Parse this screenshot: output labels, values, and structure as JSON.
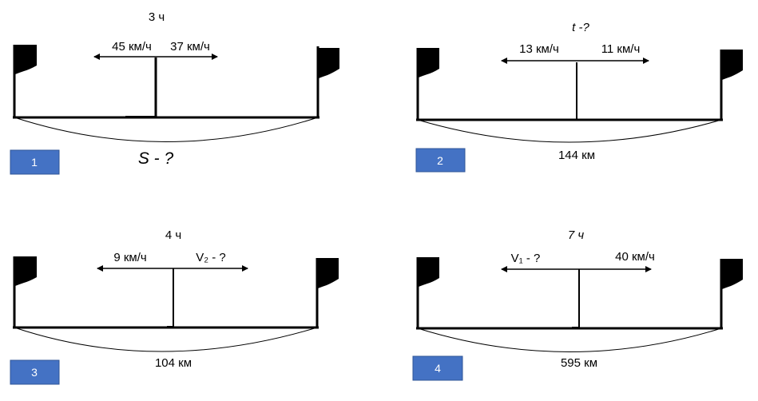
{
  "colors": {
    "badge": "#4472C4",
    "badge_border": "#2F5597",
    "line": "#000000"
  },
  "diagrams": [
    {
      "number": "1",
      "time": "3 ч",
      "speed_left": "45 км/ч",
      "speed_right": "37 км/ч",
      "distance": "S - ?"
    },
    {
      "number": "2",
      "time": "t -?",
      "speed_left": "13 км/ч",
      "speed_right": "11 км/ч",
      "distance": "144 км"
    },
    {
      "number": "3",
      "time": "4 ч",
      "speed_left": "9 км/ч",
      "speed_right": "V₂ - ?",
      "distance": "104 км"
    },
    {
      "number": "4",
      "time": "7 ч",
      "speed_left": "V₁ - ?",
      "speed_right": "40 км/ч",
      "distance": "595 км"
    }
  ]
}
